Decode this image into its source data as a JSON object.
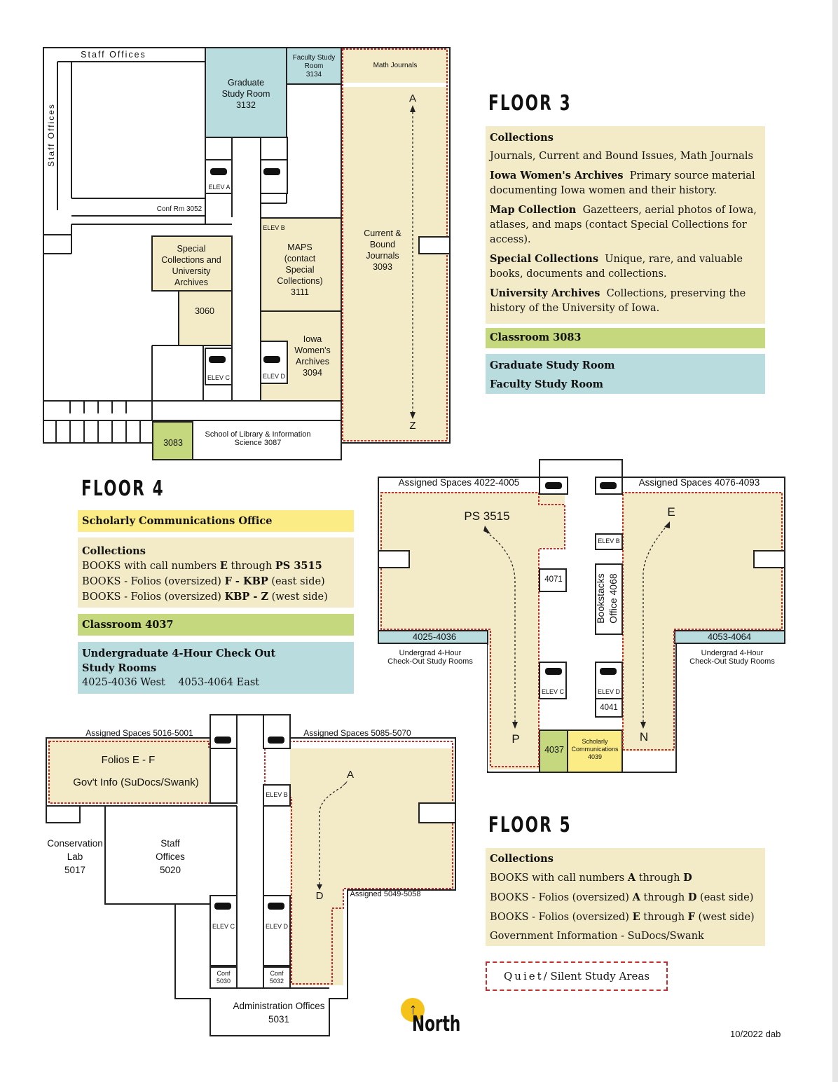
{
  "floor3": {
    "heading": "FLOOR 3",
    "map": {
      "staff_offices_top": "Staff Offices",
      "staff_offices_side": "Staff Offices",
      "faculty_study": "Faculty Study\nRoom\n3134",
      "math_journals": "Math Journals",
      "grad_study": "Graduate\nStudy Room\n3132",
      "arrow_top": "A",
      "arrow_bottom": "Z",
      "elev_a": "ELEV A",
      "elev_b": "ELEV B",
      "elev_c": "ELEV C",
      "elev_d": "ELEV D",
      "conf_rm": "Conf Rm 3052",
      "special_collections": "Special\nCollections and\nUniversity\nArchives",
      "room_3060": "3060",
      "maps": "MAPS\n(contact\nSpecial\nCollections)\n3111",
      "current_bound": "Current &\nBound\nJournals\n3093",
      "iowa_womens": "Iowa\nWomen's\nArchives\n3094",
      "school_library": "School of Library & Information\nScience 3087",
      "classroom": "3083"
    },
    "legend": {
      "collections_title": "Collections",
      "journals": "Journals, Current and Bound Issues, Math Journals",
      "iwa_title": "Iowa Women's Archives",
      "iwa_text": "Primary source material documenting Iowa women and their history.",
      "map_title": "Map Collection",
      "map_text": "Gazetteers, aerial photos of Iowa, atlases, and maps (contact Special Collections for access).",
      "special_title": "Special Collections",
      "special_text": "Unique, rare, and valuable books, documents and collections.",
      "univ_title": "University Archives",
      "univ_text": "Collections, preserving the history of the University of Iowa.",
      "classroom": "Classroom 3083",
      "grad_room": "Graduate Study Room",
      "faculty_room": "Faculty Study Room"
    }
  },
  "floor4": {
    "heading": "FLOOR 4",
    "legend": {
      "scholarly": "Scholarly Communications Office",
      "collections_title": "Collections",
      "books_line_pre": "BOOKS with call numbers ",
      "books_line_e": "E",
      "books_line_mid": " through ",
      "books_line_ps": "PS 3515",
      "folio1_pre": "BOOKS - Folios (oversized) ",
      "folio1_range": "F - KBP",
      "folio1_post": " (east side)",
      "folio2_pre": "BOOKS - Folios (oversized) ",
      "folio2_range": "KBP - Z",
      "folio2_post": " (west side)",
      "classroom": "Classroom 4037",
      "undergrad_title": "Undergraduate 4-Hour Check Out\nStudy Rooms",
      "undergrad_west": "4025-4036 West",
      "undergrad_east": "4053-4064 East"
    },
    "map": {
      "assigned_west": "Assigned Spaces 4022-4005",
      "assigned_east": "Assigned Spaces 4076-4093",
      "ps": "PS 3515",
      "e": "E",
      "p": "P",
      "n": "N",
      "elev_b": "ELEV B",
      "elev_c": "ELEV C",
      "elev_d": "ELEV D",
      "room_4071": "4071",
      "bookstacks": "Bookstacks\nOffice 4068",
      "room_4041": "4041",
      "rooms_west": "4025-4036",
      "rooms_east": "4053-4064",
      "undergrad_west": "Undergrad 4-Hour\nCheck-Out Study Rooms",
      "undergrad_east": "Undergrad 4-Hour\nCheck-Out Study Rooms",
      "room_4037": "4037",
      "scholarly": "Scholarly\nCommunications\n4039"
    }
  },
  "floor5": {
    "heading": "FLOOR 5",
    "map": {
      "assigned_west": "Assigned Spaces 5016-5001",
      "assigned_east": "Assigned Spaces 5085-5070",
      "folios": "Folios E - F",
      "govinfo": "Gov't Info (SuDocs/Swank)",
      "a": "A",
      "d": "D",
      "elev_b": "ELEV B",
      "elev_c": "ELEV C",
      "elev_d": "ELEV D",
      "conservation": "Conservation\nLab\n5017",
      "staff": "Staff\nOffices\n5020",
      "assigned_mid": "Assigned 5049-5058",
      "conf_5030": "Conf\n5030",
      "conf_5032": "Conf\n5032",
      "admin": "Administration Offices\n5031"
    },
    "legend": {
      "collections_title": "Collections",
      "l1_pre": "BOOKS with call numbers ",
      "l1_a": "A",
      "l1_mid": " through ",
      "l1_d": "D",
      "l2_pre": "BOOKS - Folios (oversized) ",
      "l2_a": "A",
      "l2_mid": " through ",
      "l2_d": "D",
      "l2_post": " (east side)",
      "l3_pre": "BOOKS - Folios (oversized) ",
      "l3_e": "E",
      "l3_mid": " through ",
      "l3_f": "F",
      "l3_post": " (west side)",
      "govinfo": "Government Information - SuDocs/Swank"
    }
  },
  "quiet": {
    "spaced": "Quiet",
    "rest": "/ Silent Study Areas"
  },
  "north": {
    "arrow": "↑",
    "text": "North"
  },
  "stamp": "10/2022 dab",
  "colors": {
    "tan": "#f3ebc8",
    "green": "#c5d87e",
    "blue": "#b9dcdf",
    "yellow": "#fbec86",
    "quiet_border": "#c62d2d"
  }
}
